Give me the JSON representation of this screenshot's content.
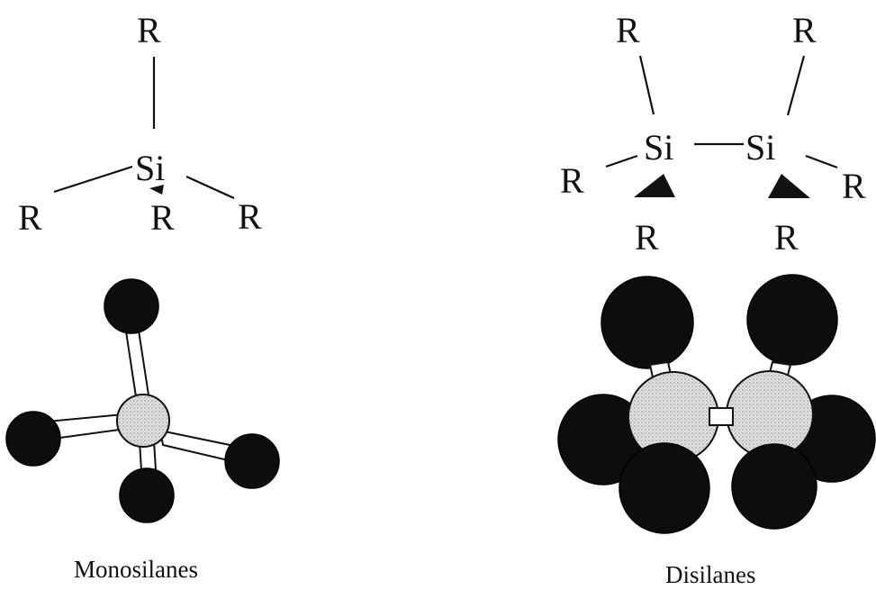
{
  "labels": {
    "silicon": "Si",
    "substituent": "R"
  },
  "captions": {
    "left": "Monosilanes",
    "right": "Disilanes"
  },
  "colors": {
    "ink": "#111111",
    "substituent_ball": "#0d0d0d",
    "silicon_ball": "#d0d0d0"
  }
}
